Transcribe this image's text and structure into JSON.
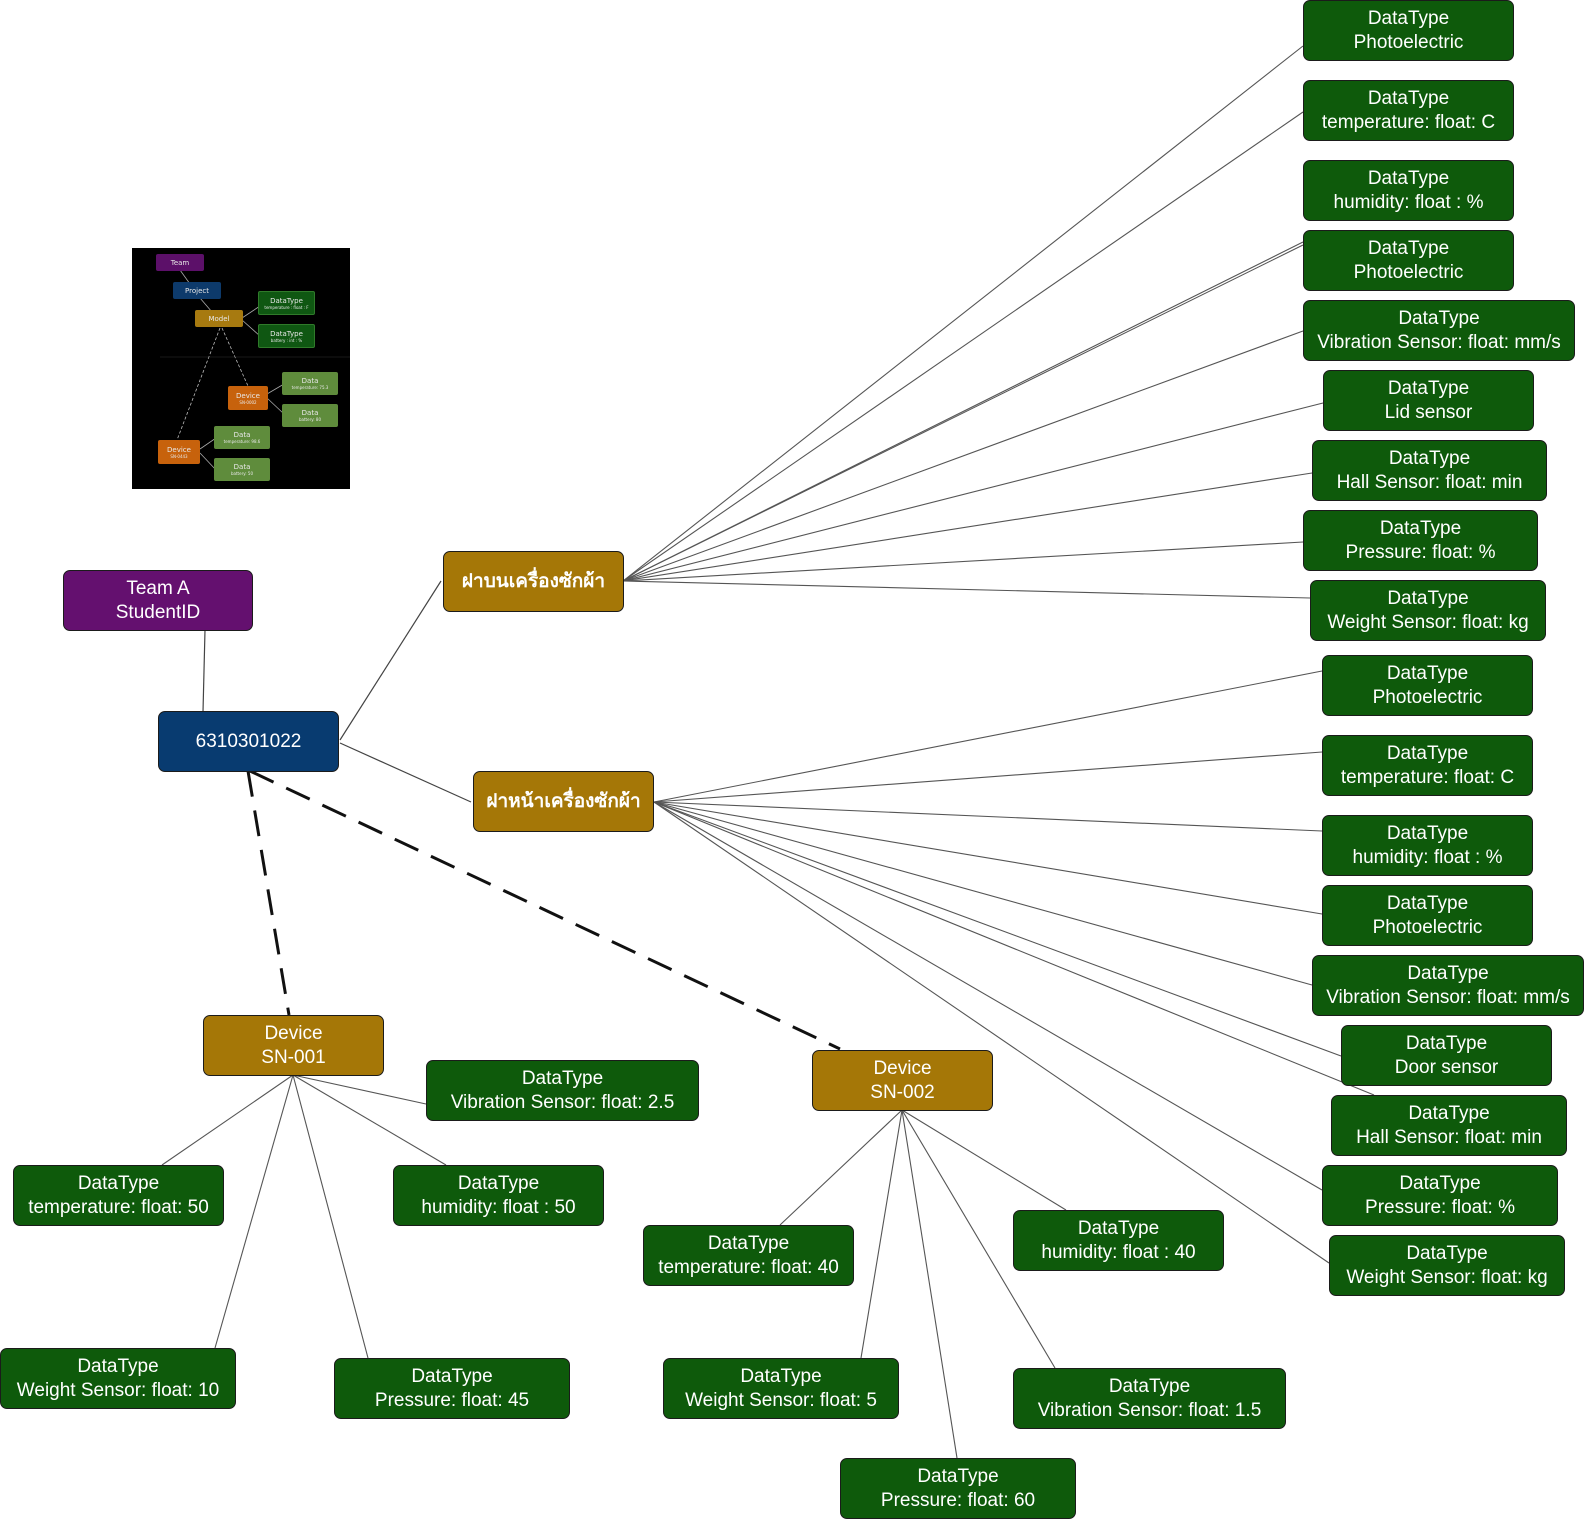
{
  "root": {
    "team": {
      "line1": "Team A",
      "line2": "StudentID"
    },
    "project": "6310301022"
  },
  "models": [
    {
      "label": "ฝาบนเครื่องซักผ้า",
      "datatypes": [
        {
          "title": "DataType",
          "value": "Photoelectric"
        },
        {
          "title": "DataType",
          "value": "temperature: float: C"
        },
        {
          "title": "DataType",
          "value": "humidity: float : %"
        },
        {
          "title": "DataType",
          "value": "Photoelectric"
        },
        {
          "title": "DataType",
          "value": "Vibration Sensor: float: mm/s"
        },
        {
          "title": "DataType",
          "value": "Lid sensor"
        },
        {
          "title": "DataType",
          "value": "Hall Sensor: float: min"
        },
        {
          "title": "DataType",
          "value": "Pressure: float:  %"
        },
        {
          "title": "DataType",
          "value": "Weight Sensor: float: kg"
        }
      ]
    },
    {
      "label": "ฝาหน้าเครื่องซักผ้า",
      "datatypes": [
        {
          "title": "DataType",
          "value": "Photoelectric"
        },
        {
          "title": "DataType",
          "value": "temperature: float: C"
        },
        {
          "title": "DataType",
          "value": "humidity: float : %"
        },
        {
          "title": "DataType",
          "value": "Photoelectric"
        },
        {
          "title": "DataType",
          "value": "Vibration Sensor: float: mm/s"
        },
        {
          "title": "DataType",
          "value": "Door sensor"
        },
        {
          "title": "DataType",
          "value": "Hall Sensor: float: min"
        },
        {
          "title": "DataType",
          "value": "Pressure: float:  %"
        },
        {
          "title": "DataType",
          "value": "Weight Sensor: float: kg"
        }
      ]
    }
  ],
  "devices": [
    {
      "title": "Device",
      "serial": "SN-001",
      "datatypes": [
        {
          "title": "DataType",
          "value": "Vibration Sensor: float: 2.5"
        },
        {
          "title": "DataType",
          "value": "temperature: float: 50"
        },
        {
          "title": "DataType",
          "value": "humidity: float : 50"
        },
        {
          "title": "DataType",
          "value": "Weight Sensor: float: 10"
        },
        {
          "title": "DataType",
          "value": "Pressure: float:  45"
        }
      ]
    },
    {
      "title": "Device",
      "serial": "SN-002",
      "datatypes": [
        {
          "title": "DataType",
          "value": "temperature: float: 40"
        },
        {
          "title": "DataType",
          "value": "humidity: float : 40"
        },
        {
          "title": "DataType",
          "value": "Weight Sensor: float: 5"
        },
        {
          "title": "DataType",
          "value": "Vibration Sensor: float: 1.5"
        },
        {
          "title": "DataType",
          "value": "Pressure: float:  60"
        }
      ]
    }
  ],
  "thumbnail": {
    "team": "Team",
    "project": "Project",
    "model": "Model",
    "datatype1": {
      "title": "DataType",
      "value": "temperature : float : F"
    },
    "datatype2": {
      "title": "DataType",
      "value": "battery : int : %"
    },
    "device_a": {
      "title": "Device",
      "serial": "SN-0002"
    },
    "device_b": {
      "title": "Device",
      "serial": "SN-0443"
    },
    "data": [
      {
        "title": "Data",
        "value": "temperature: 75.3"
      },
      {
        "title": "Data",
        "value": "battery: 80"
      },
      {
        "title": "Data",
        "value": "temperature: 98.6"
      },
      {
        "title": "Data",
        "value": "battery: 50"
      }
    ]
  },
  "colors": {
    "team": "#64106f",
    "project": "#083b70",
    "model": "#a57707",
    "device": "#a57707",
    "datatype": "#0e5a0b",
    "edge": "#555555"
  }
}
